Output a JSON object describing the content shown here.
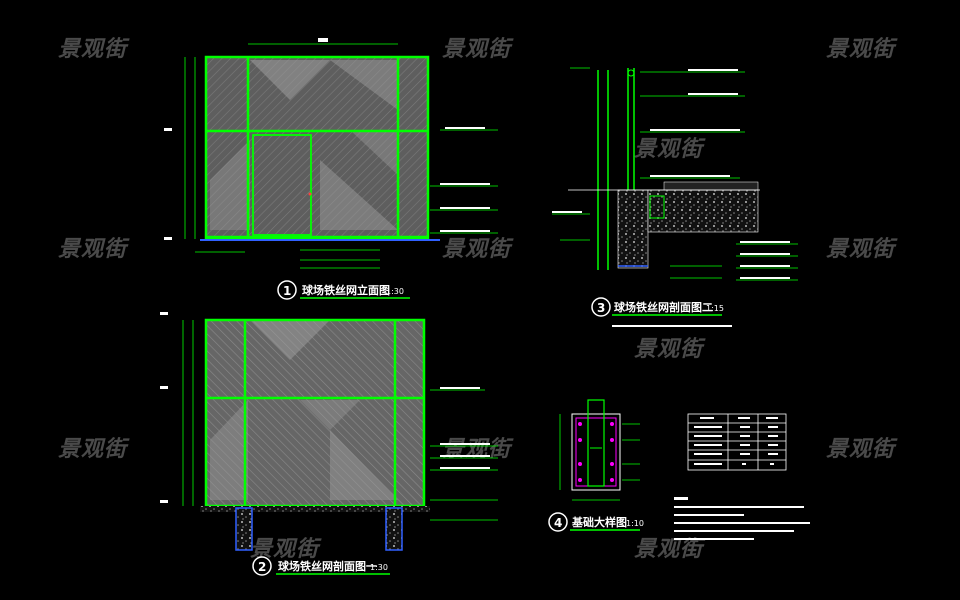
{
  "watermark": "景观街",
  "drawings": [
    {
      "number": "1",
      "title": "球场铁丝网立面图",
      "scale": "1:30"
    },
    {
      "number": "2",
      "title": "球场铁丝网剖面图一",
      "scale": "1:30"
    },
    {
      "number": "3",
      "title": "球场铁丝网剖面图二",
      "scale": "1:15"
    },
    {
      "number": "4",
      "title": "基础大样图",
      "scale": "1:10"
    }
  ],
  "colors": {
    "background": "#000000",
    "frame": "#00ff00",
    "dimension": "#ffffff",
    "mesh_fill": "#5a5a5a",
    "mesh_pattern": "#8a8a8a",
    "rebar": "#ff00ff",
    "foundation": "#0000ff",
    "watermark": "#4a4a4a"
  }
}
